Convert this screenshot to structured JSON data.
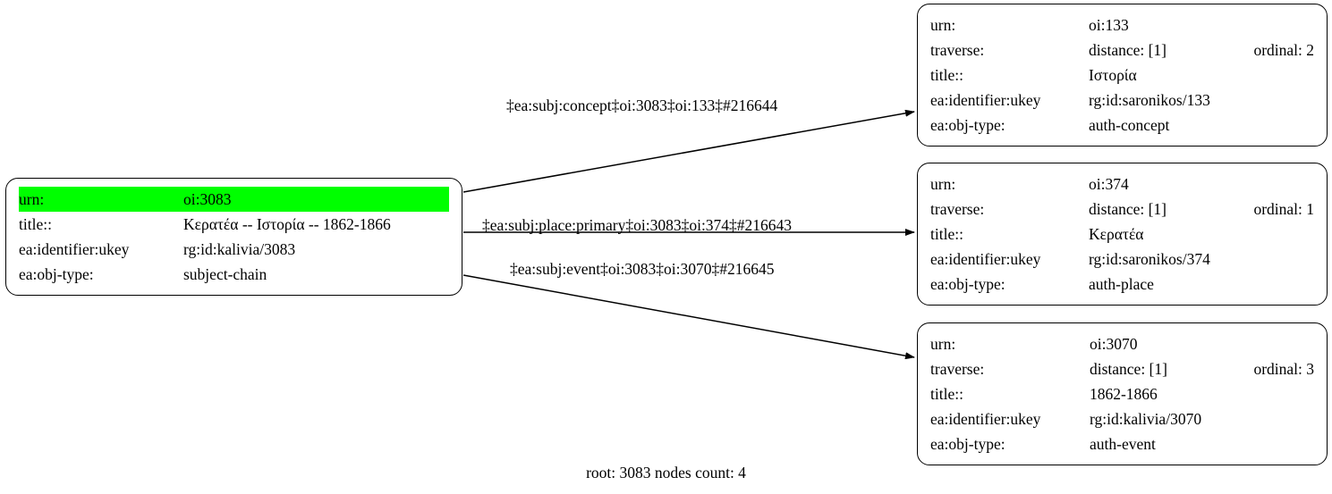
{
  "graph": {
    "footer": "root: 3083 nodes count: 4",
    "colors": {
      "highlight": "#00ff00",
      "node_border": "#000000",
      "edge": "#000000",
      "background": "#ffffff",
      "text": "#000000"
    }
  },
  "root_node": {
    "id": "oi:3083",
    "rows": [
      {
        "key": "urn:",
        "value": "oi:3083",
        "highlight": true
      },
      {
        "key": "title::",
        "value": "Κερατέα -- Ιστορία -- 1862-1866",
        "highlight": false
      },
      {
        "key": "ea:identifier:ukey",
        "value": "rg:id:kalivia/3083",
        "highlight": false
      },
      {
        "key": "ea:obj-type:",
        "value": "subject-chain",
        "highlight": false
      }
    ]
  },
  "target_nodes": [
    {
      "id": "oi:133",
      "rows": [
        {
          "key": "urn:",
          "value": "oi:133",
          "extra": ""
        },
        {
          "key": "traverse:",
          "value": "distance: [1]",
          "extra": "ordinal: 2"
        },
        {
          "key": "title::",
          "value": "Ιστορία",
          "extra": ""
        },
        {
          "key": "ea:identifier:ukey",
          "value": "rg:id:saronikos/133",
          "extra": ""
        },
        {
          "key": "ea:obj-type:",
          "value": "auth-concept",
          "extra": ""
        }
      ]
    },
    {
      "id": "oi:374",
      "rows": [
        {
          "key": "urn:",
          "value": "oi:374",
          "extra": ""
        },
        {
          "key": "traverse:",
          "value": "distance: [1]",
          "extra": "ordinal: 1"
        },
        {
          "key": "title::",
          "value": "Κερατέα",
          "extra": ""
        },
        {
          "key": "ea:identifier:ukey",
          "value": "rg:id:saronikos/374",
          "extra": ""
        },
        {
          "key": "ea:obj-type:",
          "value": "auth-place",
          "extra": ""
        }
      ]
    },
    {
      "id": "oi:3070",
      "rows": [
        {
          "key": "urn:",
          "value": "oi:3070",
          "extra": ""
        },
        {
          "key": "traverse:",
          "value": "distance: [1]",
          "extra": "ordinal: 3"
        },
        {
          "key": "title::",
          "value": "1862-1866",
          "extra": ""
        },
        {
          "key": "ea:identifier:ukey",
          "value": "rg:id:kalivia/3070",
          "extra": ""
        },
        {
          "key": "ea:obj-type:",
          "value": "auth-event",
          "extra": ""
        }
      ]
    }
  ],
  "edges": [
    {
      "label": "‡ea:subj:concept‡oi:3083‡oi:133‡#216644"
    },
    {
      "label": "‡ea:subj:place:primary‡oi:3083‡oi:374‡#216643"
    },
    {
      "label": "‡ea:subj:event‡oi:3083‡oi:3070‡#216645"
    }
  ]
}
